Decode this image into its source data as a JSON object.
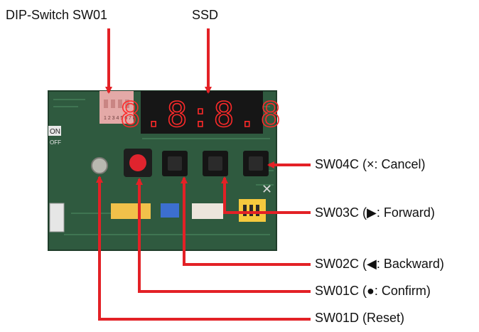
{
  "labels": {
    "dip_switch": "DIP-Switch SW01",
    "ssd": "SSD",
    "sw04c": "SW04C (×: Cancel)",
    "sw03c": "SW03C (▶: Forward)",
    "sw02c": "SW02C (◀: Backward)",
    "sw01c": "SW01C (●: Confirm)",
    "sw01d": "SW01D (Reset)"
  },
  "board": {
    "ssd_digits": "8.8:8.8",
    "dip_numbers": [
      "1",
      "2",
      "3",
      "4",
      "5",
      "6",
      "7",
      "8"
    ],
    "side_labels": [
      "ON",
      "OFF"
    ]
  },
  "colors": {
    "arrow": "#e32126",
    "pcb": "#2f5a3f",
    "ssd_segment": "#ff2a2a",
    "confirm_button": "#e0242e"
  }
}
